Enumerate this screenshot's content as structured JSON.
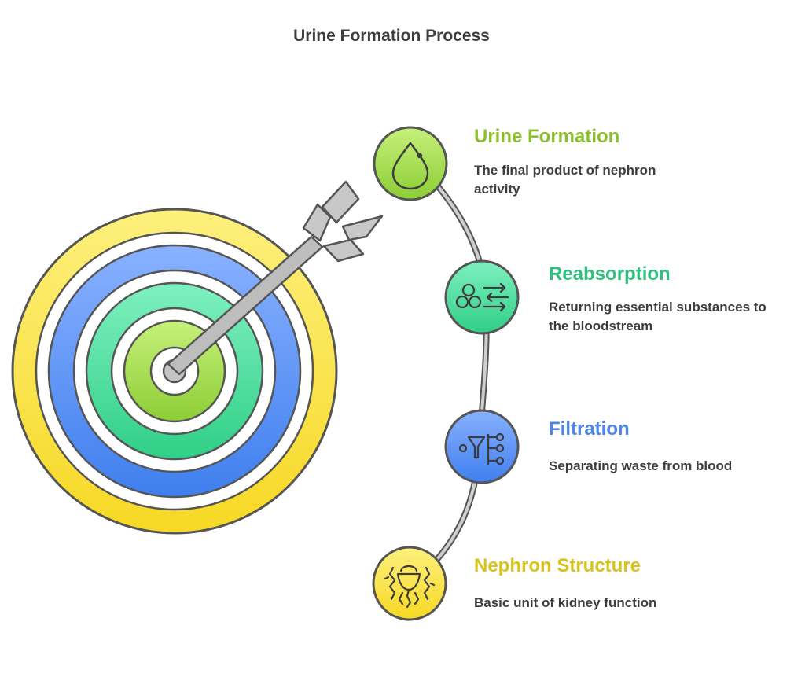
{
  "title": "Urine Formation Process",
  "steps": [
    {
      "icon": "water-drop-icon",
      "title": "Urine Formation",
      "description": "The final product of nephron activity",
      "color": "#8cbf2f",
      "fill": "#a6e15a"
    },
    {
      "icon": "reabsorption-icon",
      "title": "Reabsorption",
      "description": "Returning essential substances to the bloodstream",
      "color": "#2fbf7f",
      "fill": "#4fdb97"
    },
    {
      "icon": "filter-funnel-icon",
      "title": "Filtration",
      "description": "Separating waste from blood",
      "color": "#4f86e6",
      "fill": "#5a8ff0"
    },
    {
      "icon": "nephron-icon",
      "title": "Nephron Structure",
      "description": "Basic unit of kidney function",
      "color": "#d9c21e",
      "fill": "#fbe345"
    }
  ],
  "target_colors": [
    "#fbe04a",
    "#5b8ff0",
    "#52dc98",
    "#a4df55",
    "#c9c9c9"
  ]
}
